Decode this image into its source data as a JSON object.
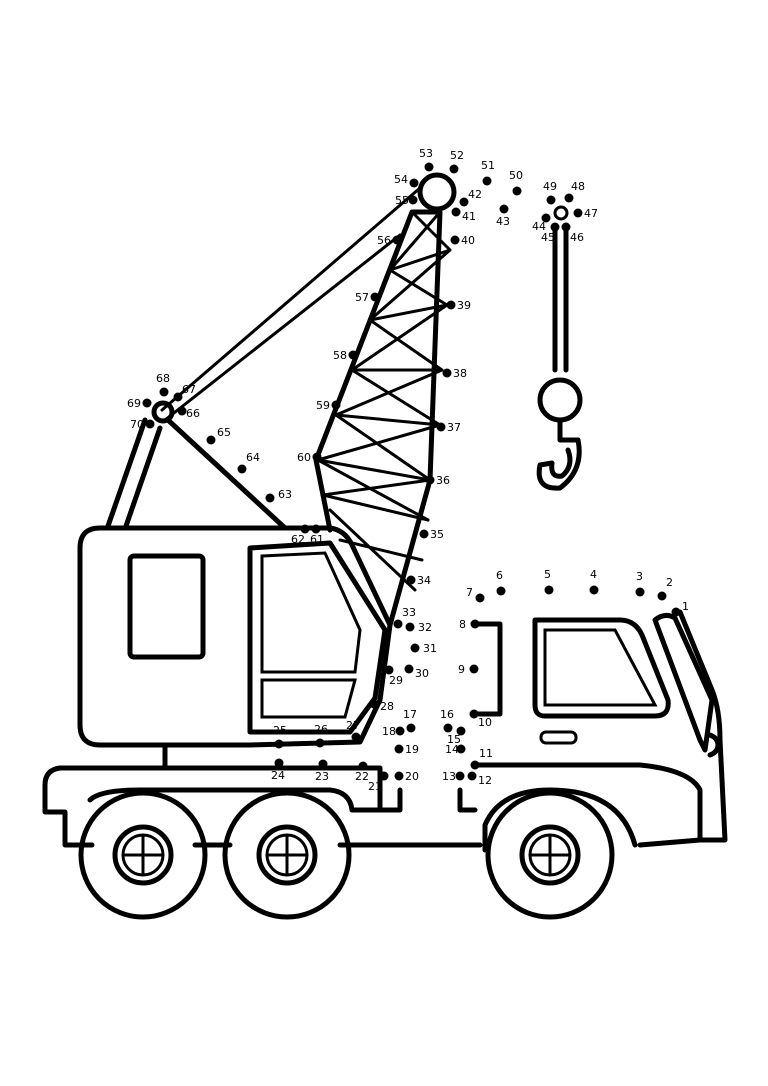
{
  "worksheet": {
    "type": "connect-the-dots",
    "subject_lines_color": "#000000",
    "dot_labels": [
      "1",
      "2",
      "3",
      "4",
      "5",
      "6",
      "7",
      "8",
      "9",
      "10",
      "11",
      "12",
      "13",
      "14",
      "15",
      "16",
      "17",
      "18",
      "19",
      "20",
      "21",
      "22",
      "23",
      "24",
      "25",
      "26",
      "27",
      "28",
      "29",
      "30",
      "31",
      "32",
      "33",
      "34",
      "35",
      "36",
      "37",
      "38",
      "39",
      "40",
      "41",
      "42",
      "43",
      "44",
      "45",
      "46",
      "47",
      "48",
      "49",
      "50",
      "51",
      "52",
      "53",
      "54",
      "55",
      "56",
      "57",
      "58",
      "59",
      "60",
      "61",
      "62",
      "63",
      "64",
      "65",
      "66",
      "67",
      "68",
      "69",
      "70"
    ]
  }
}
